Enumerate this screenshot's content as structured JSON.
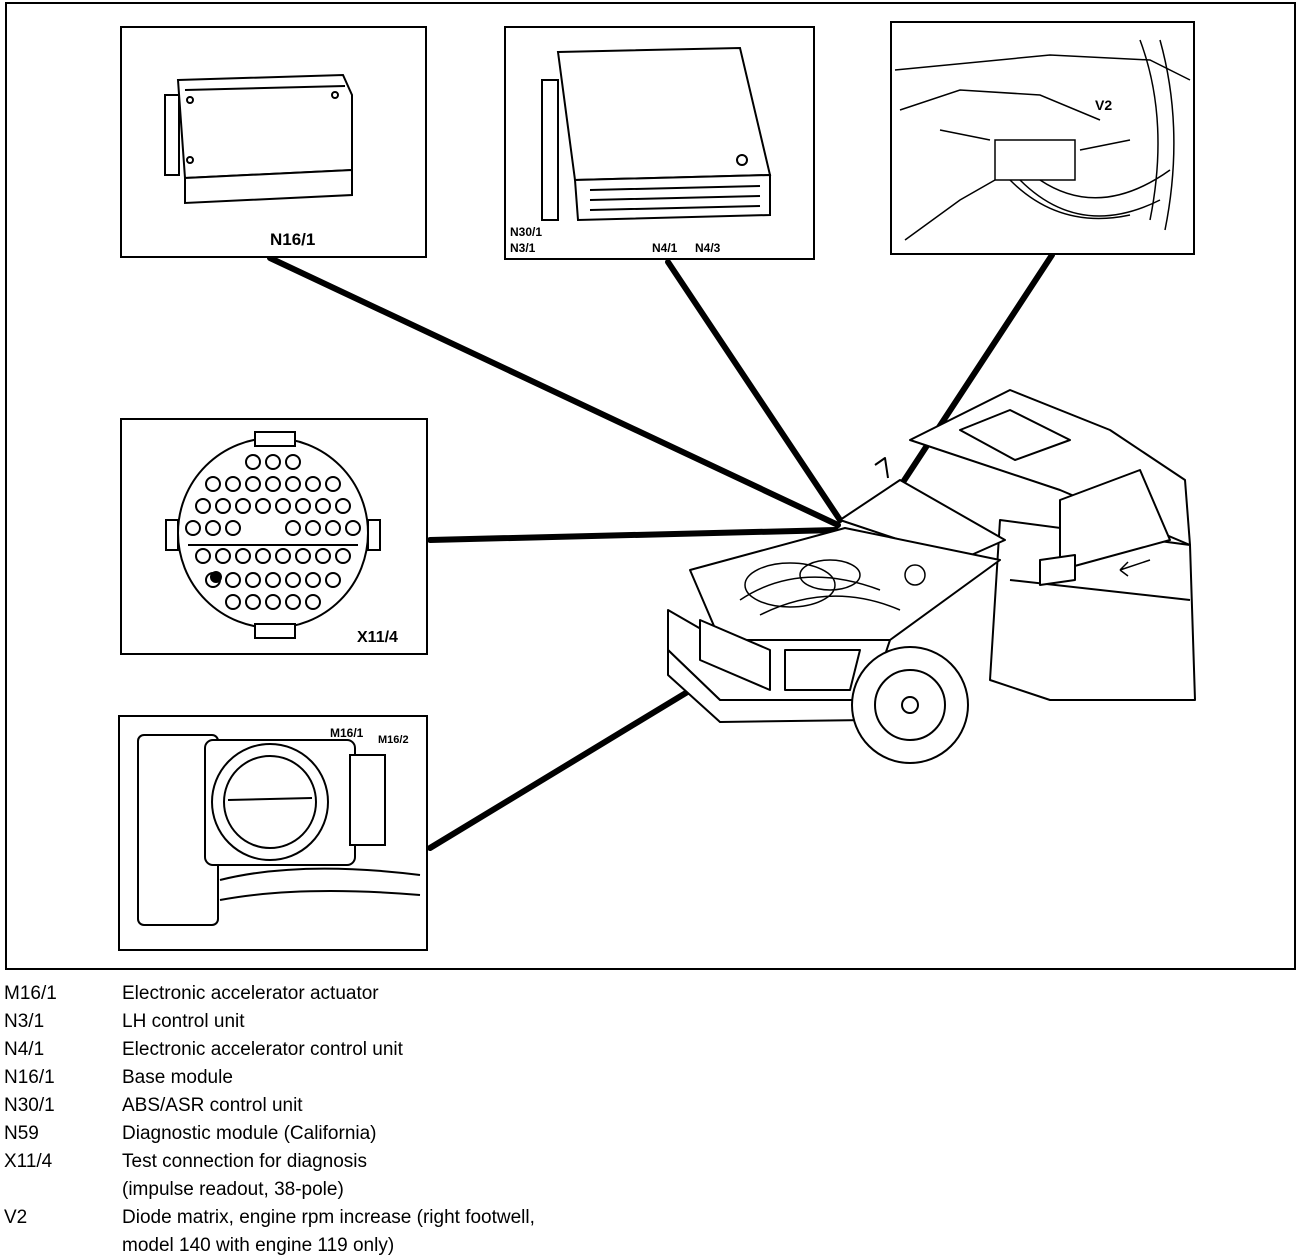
{
  "callouts": {
    "n16": "N16/1",
    "n30": "N30/1",
    "n3": "N3/1",
    "n4": "N4/1",
    "n43": "N4/3",
    "v2": "V2",
    "x11": "X11/4",
    "m161": "M16/1",
    "m162": "M16/2"
  },
  "legend": [
    {
      "code": "M16/1",
      "desc": "Electronic accelerator actuator"
    },
    {
      "code": "N3/1",
      "desc": "LH control unit"
    },
    {
      "code": "N4/1",
      "desc": "Electronic accelerator control unit"
    },
    {
      "code": "N16/1",
      "desc": "Base module"
    },
    {
      "code": "N30/1",
      "desc": "ABS/ASR control unit"
    },
    {
      "code": "N59",
      "desc": "Diagnostic module (California)"
    },
    {
      "code": "X11/4",
      "desc": "Test connection for diagnosis"
    },
    {
      "code": "",
      "desc": "(impulse readout, 38-pole)"
    },
    {
      "code": "V2",
      "desc": "Diode matrix, engine rpm increase (right footwell,"
    },
    {
      "code": "",
      "desc": "model 140 with engine 119 only)"
    }
  ]
}
